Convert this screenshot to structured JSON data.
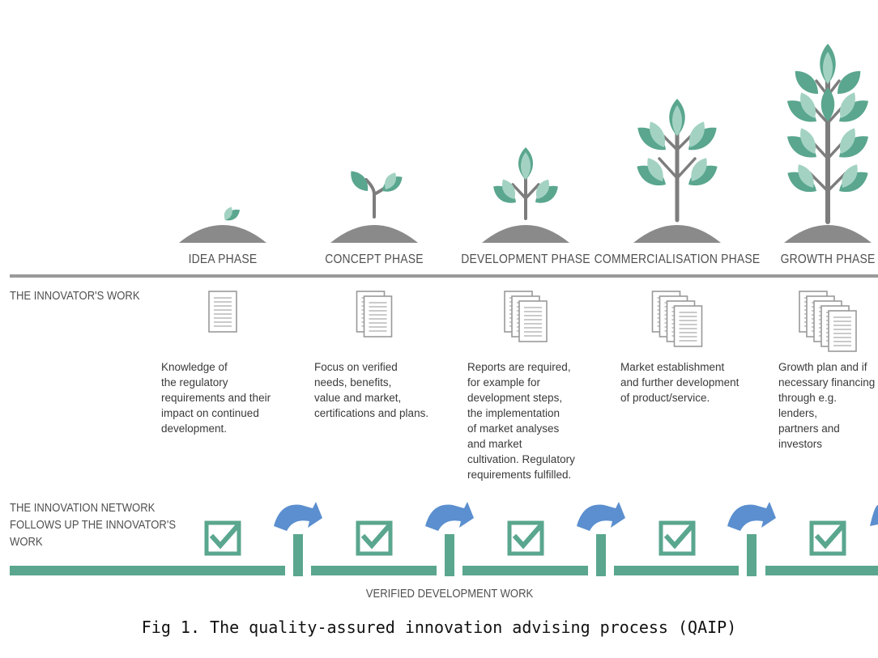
{
  "colors": {
    "leaf_dark": "#5aa68e",
    "leaf_light": "#a3d2c3",
    "stem": "#7d7d7d",
    "soil": "#8a8a8a",
    "accent_green": "#5aa68e",
    "arrow_blue": "#5b8fcf",
    "divider": "#9a9a9a",
    "doc_stroke": "#999999"
  },
  "phases": [
    {
      "title": "IDEA PHASE",
      "desc": "Knowledge of\nthe regulatory\nrequirements and their\nimpact on continued\ndevelopment.",
      "documents": 1,
      "plant": "seed"
    },
    {
      "title": "CONCEPT PHASE",
      "desc": "Focus on verified\nneeds, benefits,\nvalue and market,\ncertifications and plans.",
      "documents": 2,
      "plant": "sprout"
    },
    {
      "title": "DEVELOPMENT PHASE",
      "desc": "Reports are required,\nfor example for\ndevelopment steps,\nthe implementation\nof market analyses\nand market\ncultivation. Regulatory\nrequirements fulfilled.",
      "documents": 3,
      "plant": "young"
    },
    {
      "title": "COMMERCIALISATION PHASE",
      "desc": "Market establishment\nand further development\nof product/service.",
      "documents": 4,
      "plant": "tree"
    },
    {
      "title": "GROWTH PHASE",
      "desc": "Growth plan and if\nnecessary financing\nthrough e.g. lenders,\npartners and investors",
      "documents": 5,
      "plant": "big-tree"
    }
  ],
  "rows": {
    "work_label": "THE INNOVATOR'S WORK",
    "network_label": "THE INNOVATION NETWORK\nFOLLOWS UP THE INNOVATOR'S\nWORK"
  },
  "footer_label": "VERIFIED DEVELOPMENT WORK",
  "caption": "Fig 1. The quality-assured innovation advising process (QAIP)"
}
